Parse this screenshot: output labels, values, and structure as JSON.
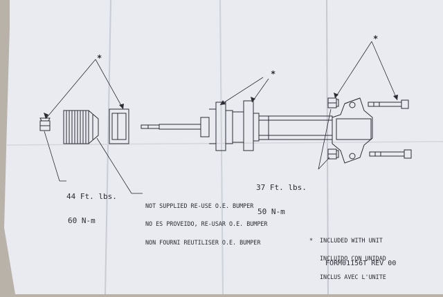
{
  "diagram": {
    "asterisk": "*",
    "torque_left": {
      "line1": "44 Ft. lbs.",
      "line2": "60 N-m"
    },
    "torque_right": {
      "line1": "37 Ft. lbs.",
      "line2": "50 N-m"
    },
    "not_supplied": [
      "NOT SUPPLIED RE-USE O.E. BUMPER",
      "NO ES PROVEIDO, RE-USAR O.E. BUMPER",
      "NON FOURNI REUTILISER O.E. BUMPER"
    ],
    "included": [
      "INCLUDED WITH UNIT",
      "INCLUIDO CON UNIDAD",
      "INCLUS AVEC L'UNITE"
    ],
    "form_code": "FORM01156T REV 00"
  },
  "colors": {
    "background": "#b9b2a8",
    "paper": "#e9ebf0",
    "ink": "#2b2b33"
  }
}
